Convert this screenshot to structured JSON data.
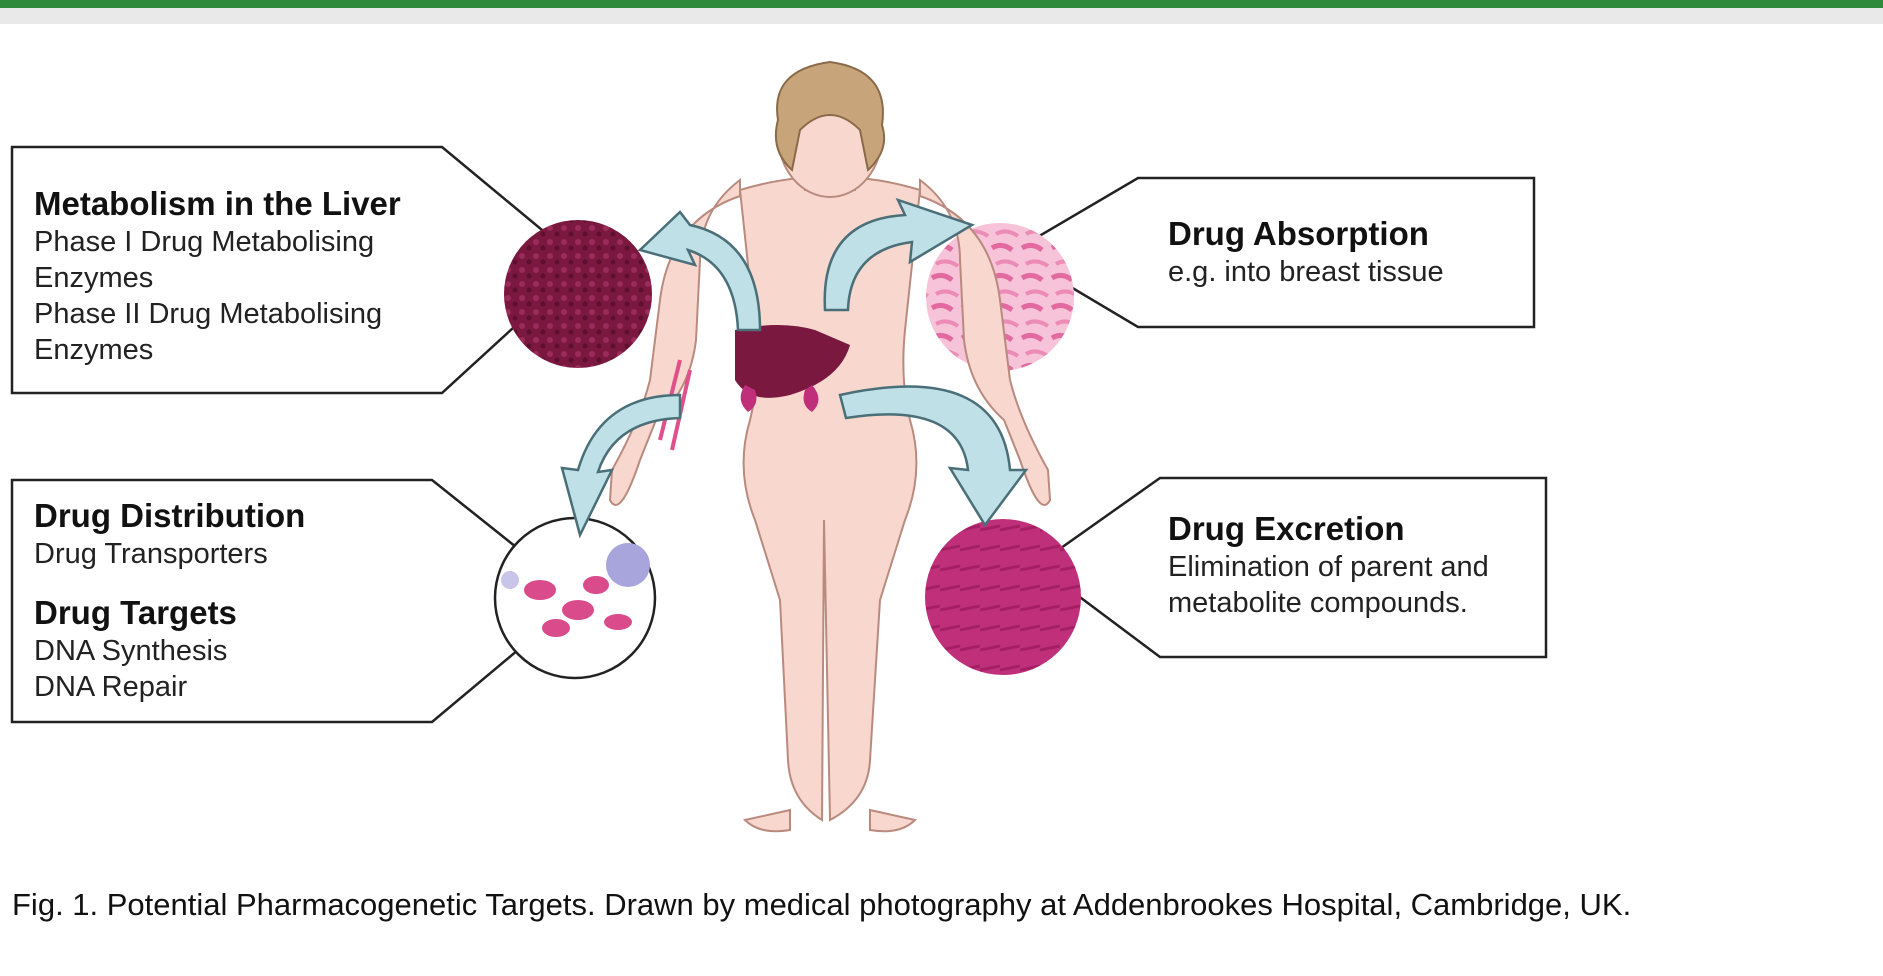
{
  "panels": {
    "liver": {
      "title": "Metabolism in the Liver",
      "lines": [
        "Phase I Drug Metabolising",
        "Enzymes",
        "Phase II Drug Metabolising",
        "Enzymes"
      ]
    },
    "absorption": {
      "title": "Drug Absorption",
      "lines": [
        "e.g. into breast tissue"
      ]
    },
    "distribution": {
      "title": "Drug Distribution",
      "lines": [
        "Drug Transporters"
      ]
    },
    "targets": {
      "title": "Drug Targets",
      "lines": [
        "DNA Synthesis",
        "DNA Repair"
      ]
    },
    "excretion": {
      "title": "Drug Excretion",
      "lines": [
        "Elimination of parent and",
        "metabolite compounds."
      ]
    }
  },
  "caption": "Fig. 1. Potential Pharmacogenetic Targets. Drawn by medical photography at Addenbrookes Hospital, Cambridge, UK.",
  "colors": {
    "header_bar": "#2f8a3c",
    "arrow_fill": "#bfe0e6",
    "skin": "#f8d7cf",
    "liver_tissue": "#7a1840",
    "breast_tissue": "#f4a7c8",
    "kidney_tissue": "#c0307a"
  }
}
